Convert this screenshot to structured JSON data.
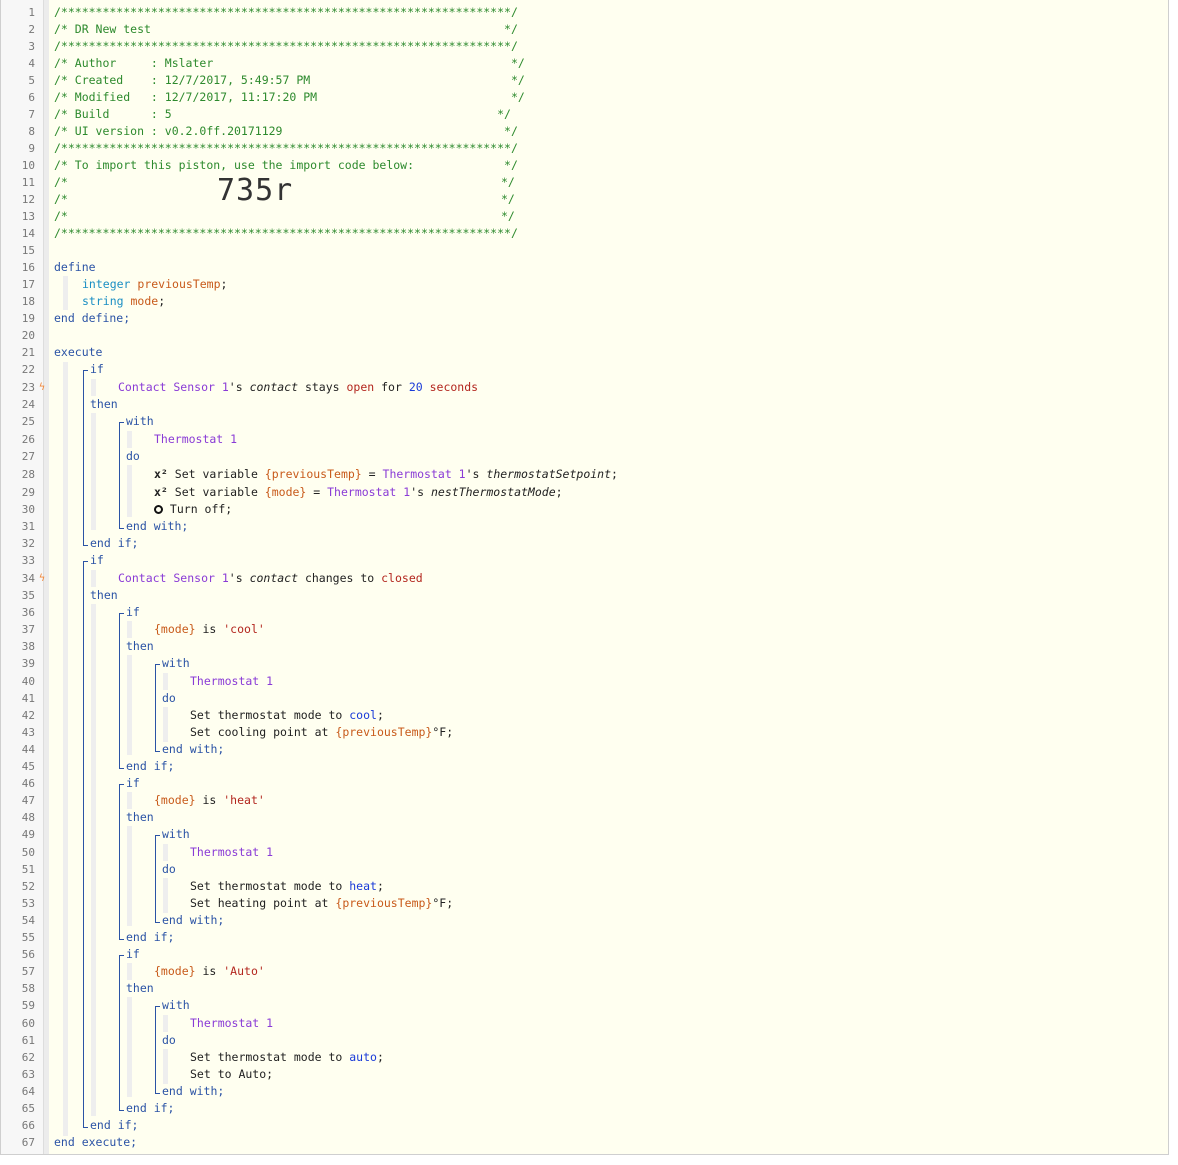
{
  "header": {
    "stars": "/*****************************************************************/",
    "title": "/* DR New test                                                   */",
    "author": "/* Author     : Mslater                                           */",
    "created": "/* Created    : 12/7/2017, 5:49:57 PM                             */",
    "modified": "/* Modified   : 12/7/2017, 11:17:20 PM                            */",
    "build": "/* Build      : 5                                               */",
    "ui_version": "/* UI version : v0.2.0ff.20171129                                */",
    "import_note": "/* To import this piston, use the import code below:             */",
    "blank_left": "/*",
    "blank_right": "*/",
    "import_code": "735r"
  },
  "line_numbers": [
    "1",
    "2",
    "3",
    "4",
    "5",
    "6",
    "7",
    "8",
    "9",
    "10",
    "11",
    "12",
    "13",
    "14",
    "15",
    "16",
    "17",
    "18",
    "19",
    "20",
    "21",
    "22",
    "23",
    "24",
    "25",
    "26",
    "27",
    "28",
    "29",
    "30",
    "31",
    "32",
    "33",
    "34",
    "35",
    "36",
    "37",
    "38",
    "39",
    "40",
    "41",
    "42",
    "43",
    "44",
    "45",
    "46",
    "47",
    "48",
    "49",
    "50",
    "51",
    "52",
    "53",
    "54",
    "55",
    "56",
    "57",
    "58",
    "59",
    "60",
    "61",
    "62",
    "63",
    "64",
    "65",
    "66",
    "67"
  ],
  "code": {
    "define": "define",
    "integer": "integer",
    "previousTemp": "previousTemp",
    "string": "string",
    "mode": "mode",
    "semicolon": ";",
    "end_define": "end define;",
    "execute": "execute",
    "if": "if",
    "then": "then",
    "with": "with",
    "do": "do",
    "end_with": "end with;",
    "end_if": "end if;",
    "end_execute": "end execute;",
    "contact_sensor": "Contact Sensor 1",
    "s_contact": "'s ",
    "contact": "contact",
    "stays": " stays ",
    "open": "open",
    "for": " for ",
    "twenty": "20",
    "seconds": " seconds",
    "thermostat": "Thermostat 1",
    "x2": "x²",
    "set_variable": " Set variable ",
    "var_prev": "{previousTemp}",
    "var_mode": "{mode}",
    "eq": " = ",
    "s": "'s ",
    "thermostatSetpoint": "thermostatSetpoint",
    "nestThermostatMode": "nestThermostatMode",
    "power_icon": "power-icon",
    "turn_off": " Turn off;",
    "changes_to": " changes to ",
    "closed": "closed",
    "is": " is ",
    "cool_str": "'cool'",
    "heat_str": "'heat'",
    "auto_str": "'Auto'",
    "set_mode_to": "Set thermostat mode to ",
    "cool": "cool",
    "heat": "heat",
    "auto": "auto",
    "set_cooling_at": "Set cooling point at ",
    "set_heating_at": "Set heating point at ",
    "deg_f": "°F;",
    "set_to_auto": "Set to Auto;"
  }
}
